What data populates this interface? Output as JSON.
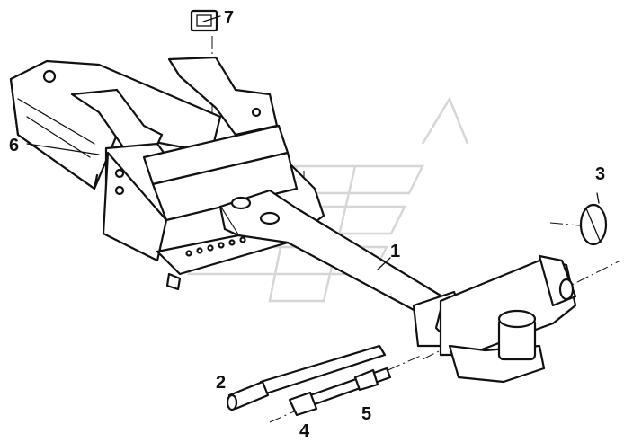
{
  "callouts": {
    "p1": "1",
    "p2": "2",
    "p3": "3",
    "p4": "4",
    "p5": "5",
    "p6": "6",
    "p7": "7"
  },
  "colors": {
    "line": "#111111",
    "background": "#ffffff",
    "watermark": "#d6d6d6"
  }
}
